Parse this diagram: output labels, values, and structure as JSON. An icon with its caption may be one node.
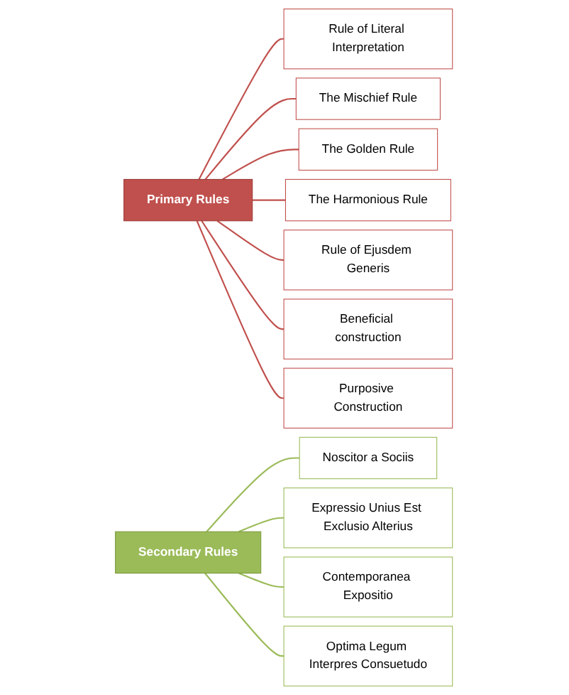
{
  "diagram": {
    "nodes": [
      {
        "text": [
          "Primary Rules"
        ]
      },
      {
        "text": [
          "Rule of Literal Interpretation"
        ]
      },
      {
        "text": [
          "The Mischief Rule"
        ]
      },
      {
        "text": [
          "The Golden Rule"
        ]
      },
      {
        "text": [
          "The Harmonious Rule"
        ]
      },
      {
        "text": [
          "Rule of Ejusdem Generis"
        ]
      },
      {
        "text": [
          "Beneficial construction"
        ]
      },
      {
        "text": [
          "Purposive Construction"
        ]
      },
      {
        "text": [
          "Secondary Rules"
        ]
      },
      {
        "text": [
          "Noscitor a Sociis"
        ]
      },
      {
        "text": [
          "Expressio Unius Est Exclusio Alterius"
        ]
      },
      {
        "text": [
          "Contemporanea Expositio"
        ]
      },
      {
        "text": [
          "Optima Legum Interpres Consuetudo"
        ]
      }
    ],
    "edges": [
      {
        "from": 0,
        "to": 1,
        "arrow": "none",
        "color": "#c0504d"
      },
      {
        "from": 0,
        "to": 2,
        "arrow": "none",
        "color": "#c0504d"
      },
      {
        "from": 0,
        "to": 3,
        "arrow": "none",
        "color": "#c0504d"
      },
      {
        "from": 0,
        "to": 4,
        "arrow": "none",
        "color": "#c0504d"
      },
      {
        "from": 0,
        "to": 5,
        "arrow": "none",
        "color": "#c0504d"
      },
      {
        "from": 0,
        "to": 6,
        "arrow": "none",
        "color": "#c0504d"
      },
      {
        "from": 0,
        "to": 7,
        "arrow": "none",
        "color": "#c0504d"
      },
      {
        "from": 8,
        "to": 9,
        "arrow": "none",
        "color": "#9bbb59"
      },
      {
        "from": 8,
        "to": 10,
        "arrow": "none",
        "color": "#9bbb59"
      },
      {
        "from": 8,
        "to": 11,
        "arrow": "none",
        "color": "#9bbb59"
      },
      {
        "from": 8,
        "to": 12,
        "arrow": "none",
        "color": "#9bbb59"
      }
    ]
  }
}
